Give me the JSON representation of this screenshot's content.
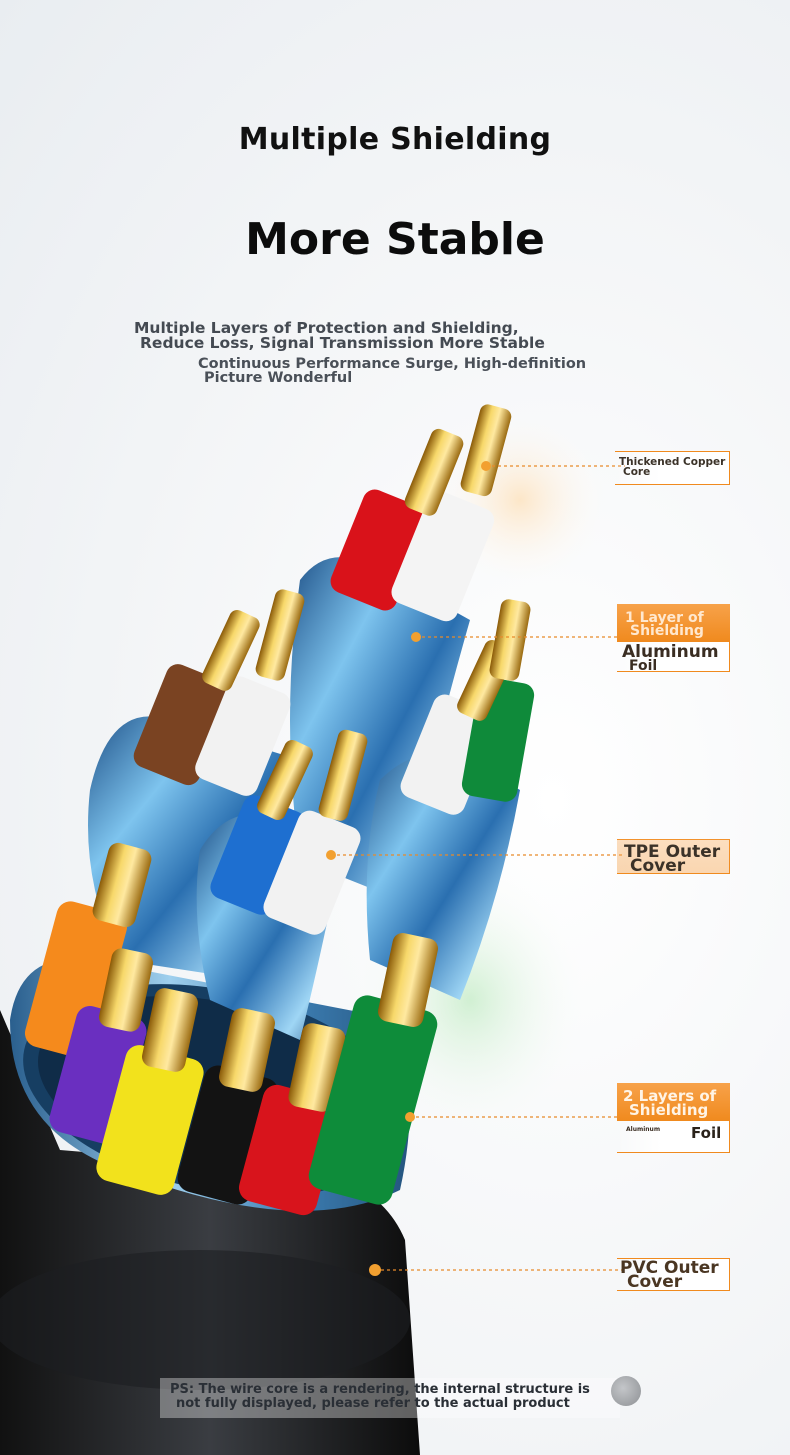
{
  "heading": {
    "title": "Multiple Shielding",
    "subtitle": "More Stable"
  },
  "description": {
    "line1": "Multiple Layers of Protection and Shielding,",
    "line2": "Reduce Loss, Signal Transmission More Stable",
    "line3": "Continuous Performance Surge, High-definition",
    "line4": "Picture Wonderful"
  },
  "callouts": {
    "copper_core": {
      "line1": "Thickened Copper",
      "line2": "Core"
    },
    "aluminum_foil_1": {
      "line1": "1 Layer of",
      "line2": "Shielding",
      "line3": "Aluminum",
      "line4": "Foil"
    },
    "tpe_cover": {
      "line1": "TPE Outer",
      "line2": "Cover"
    },
    "shielding_2": {
      "line1": "2 Layers of",
      "line2": "Shielding",
      "small": "Aluminum",
      "line3": "Foil"
    },
    "pvc_cover": {
      "line1": "PVC Outer",
      "line2": "Cover"
    }
  },
  "footnote": {
    "line1": "PS: The wire core is a rendering, the internal structure is",
    "line2": "not fully displayed, please refer to the actual product"
  },
  "colors": {
    "accent_orange": "#f08a1e",
    "dashed_line": "#e88a2a",
    "foil_blue": "#5aa6d8"
  }
}
